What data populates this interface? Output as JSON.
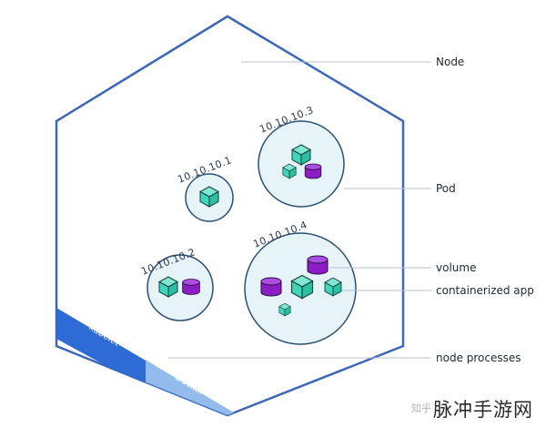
{
  "labels": {
    "node": "Node",
    "pod": "Pod",
    "volume": "volume",
    "containerized_app": "containerized app",
    "node_processes": "node processes"
  },
  "pods": {
    "pod1_ip": "10.10.10.1",
    "pod2_ip": "10.10.10.2",
    "pod3_ip": "10.10.10.3",
    "pod4_ip": "10.10.10.4"
  },
  "strip": {
    "kubelet": "kubelet",
    "docker": "Docker"
  },
  "watermark": {
    "text": "脉冲手游网",
    "faint": "知乎"
  },
  "colors": {
    "hexagon_stroke": "#3d68b5",
    "pod_fill": "#e6f4f8",
    "pod_stroke": "#2c4f73",
    "container_green": "#3fd5b8",
    "volume_purple": "#8a1ec4",
    "strip_blue": "#2e6bd6",
    "strip_light": "#9ec4ee"
  }
}
